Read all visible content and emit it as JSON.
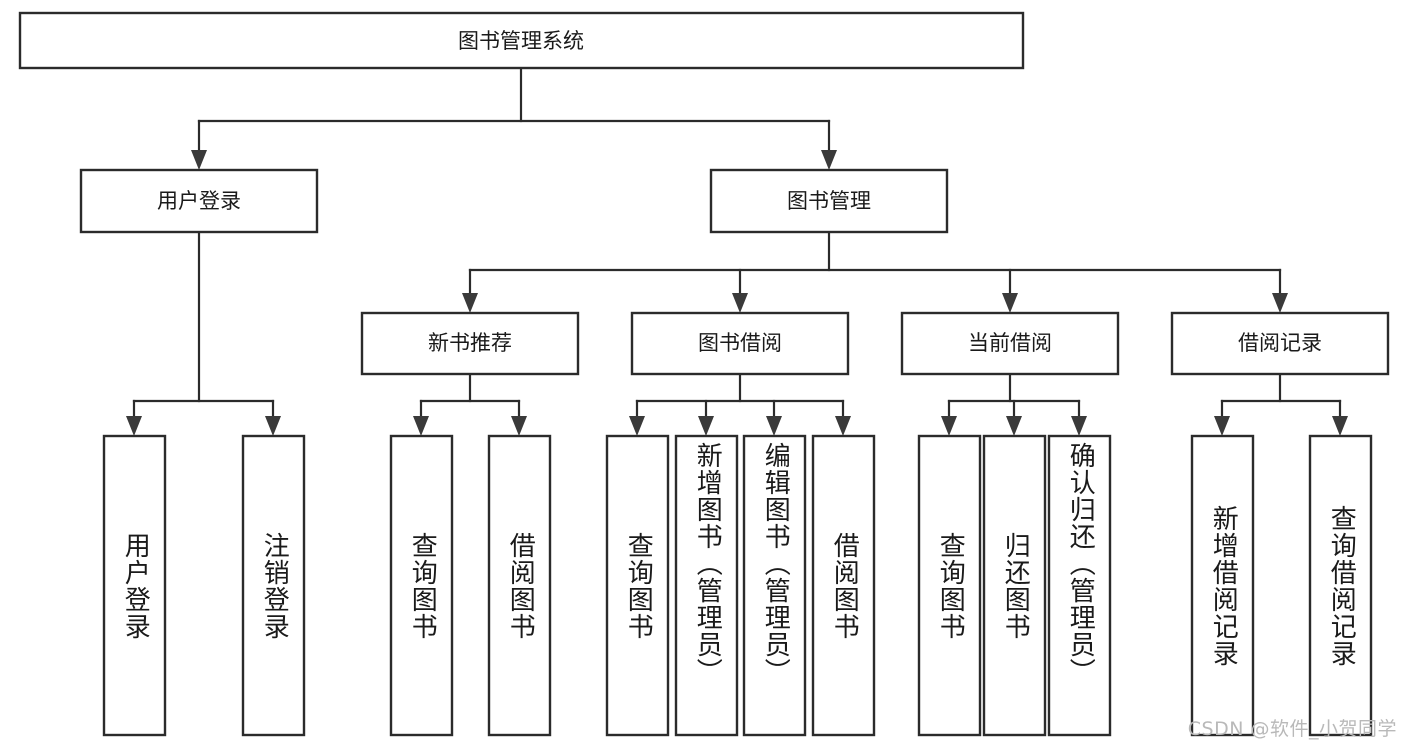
{
  "diagram": {
    "type": "tree-hierarchy",
    "title": "图书管理系统",
    "watermark": "CSDN @软件_小贺同学",
    "colors": {
      "background": "#ffffff",
      "border": "#2b2b2b",
      "text": "#1a1a1a",
      "arrow": "#3a3a3a",
      "watermark": "#b9b9b9"
    },
    "root": {
      "label": "图书管理系统"
    },
    "level1": [
      {
        "label": "用户登录"
      },
      {
        "label": "图书管理"
      }
    ],
    "level2": [
      {
        "label": "新书推荐"
      },
      {
        "label": "图书借阅"
      },
      {
        "label": "当前借阅"
      },
      {
        "label": "借阅记录"
      }
    ],
    "leaves": {
      "user_login": [
        {
          "label": "用户登录"
        },
        {
          "label": "注销登录"
        }
      ],
      "new_book_recommend": [
        {
          "label": "查询图书"
        },
        {
          "label": "借阅图书"
        }
      ],
      "book_borrow": [
        {
          "label": "查询图书"
        },
        {
          "label": "新增图书（管理员）"
        },
        {
          "label": "编辑图书（管理员）"
        },
        {
          "label": "借阅图书"
        }
      ],
      "current_borrow": [
        {
          "label": "查询图书"
        },
        {
          "label": "归还图书"
        },
        {
          "label": "确认归还（管理员）"
        }
      ],
      "borrow_record": [
        {
          "label": "新增借阅记录"
        },
        {
          "label": "查询借阅记录"
        }
      ]
    }
  }
}
